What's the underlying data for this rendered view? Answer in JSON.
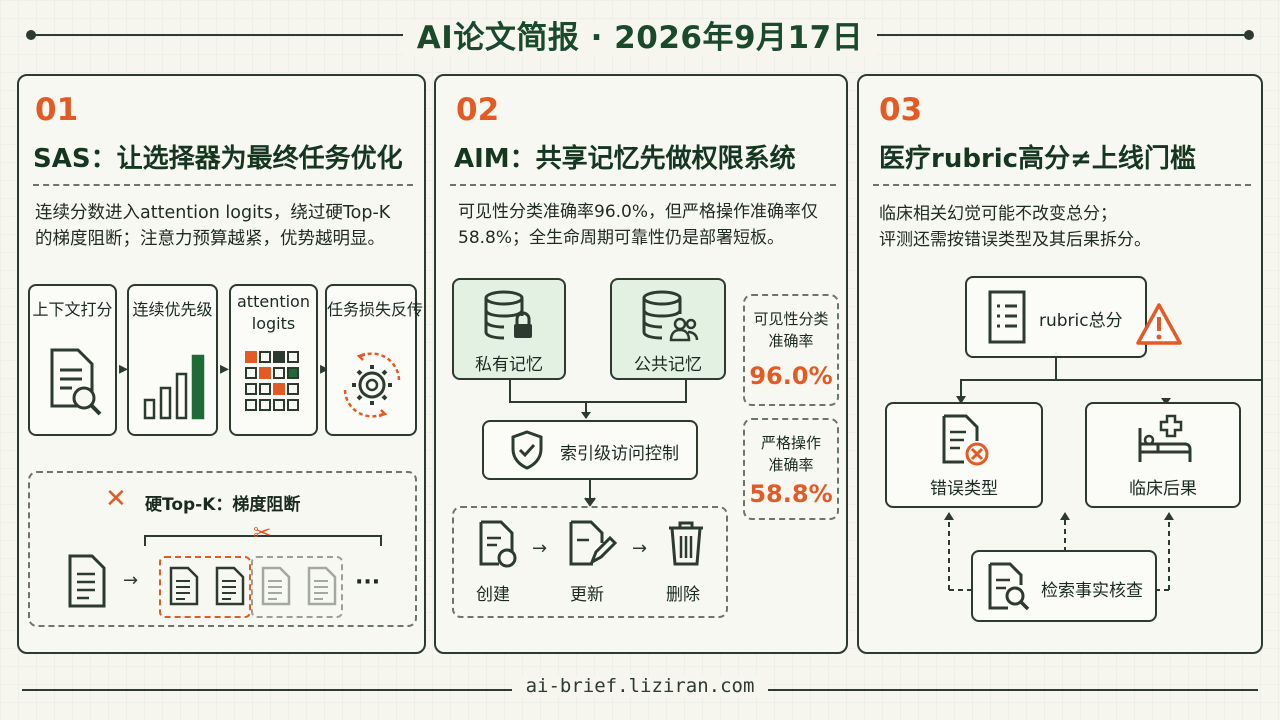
{
  "title": "AI论文简报 · 2026年9月17日",
  "footer": "ai-brief.liziran.com",
  "colors": {
    "accent": "#e35a24",
    "title_green": "#1a4a2b",
    "dark_green": "#1f6b38",
    "light_green_fill": "#e2f1e2",
    "ink": "#2c3a30"
  },
  "panel1": {
    "number": "01",
    "title": "SAS：让选择器为最终任务优化",
    "desc_line1": "连续分数进入attention logits，绕过硬Top-K",
    "desc_line2": "的梯度阻断；注意力预算越紧，优势越明显。",
    "steps": [
      {
        "label": "上下文打分",
        "icon": "document-search-icon"
      },
      {
        "label": "连续优先级",
        "icon": "bar-chart-icon"
      },
      {
        "label_line1": "attention",
        "label_line2": "logits",
        "icon": "grid-icon"
      },
      {
        "label": "任务损失反传",
        "icon": "gear-cycle-icon"
      }
    ],
    "hard_topk_label": "硬Top-K：梯度阻断",
    "ellipsis": "···"
  },
  "panel2": {
    "number": "02",
    "title": "AIM：共享记忆先做权限系统",
    "desc_line1": "可见性分类准确率96.0%，但严格操作准确率仅",
    "desc_line2": "58.8%；全生命周期可靠性仍是部署短板。",
    "private_memory": "私有记忆",
    "public_memory": "公共记忆",
    "index_access": "索引级访问控制",
    "lifecycle": [
      "创建",
      "更新",
      "删除"
    ],
    "stat1": {
      "label_line1": "可见性分类",
      "label_line2": "准确率",
      "value": "96.0%"
    },
    "stat2": {
      "label_line1": "严格操作",
      "label_line2": "准确率",
      "value": "58.8%"
    }
  },
  "panel3": {
    "number": "03",
    "title": "医疗rubric高分≠上线门槛",
    "desc_line1": "临床相关幻觉可能不改变总分；",
    "desc_line2": "评测还需按错误类型及其后果拆分。",
    "rubric_total": "rubric总分",
    "error_type": "错误类型",
    "clinical_outcome": "临床后果",
    "fact_check": "检索事实核查"
  }
}
